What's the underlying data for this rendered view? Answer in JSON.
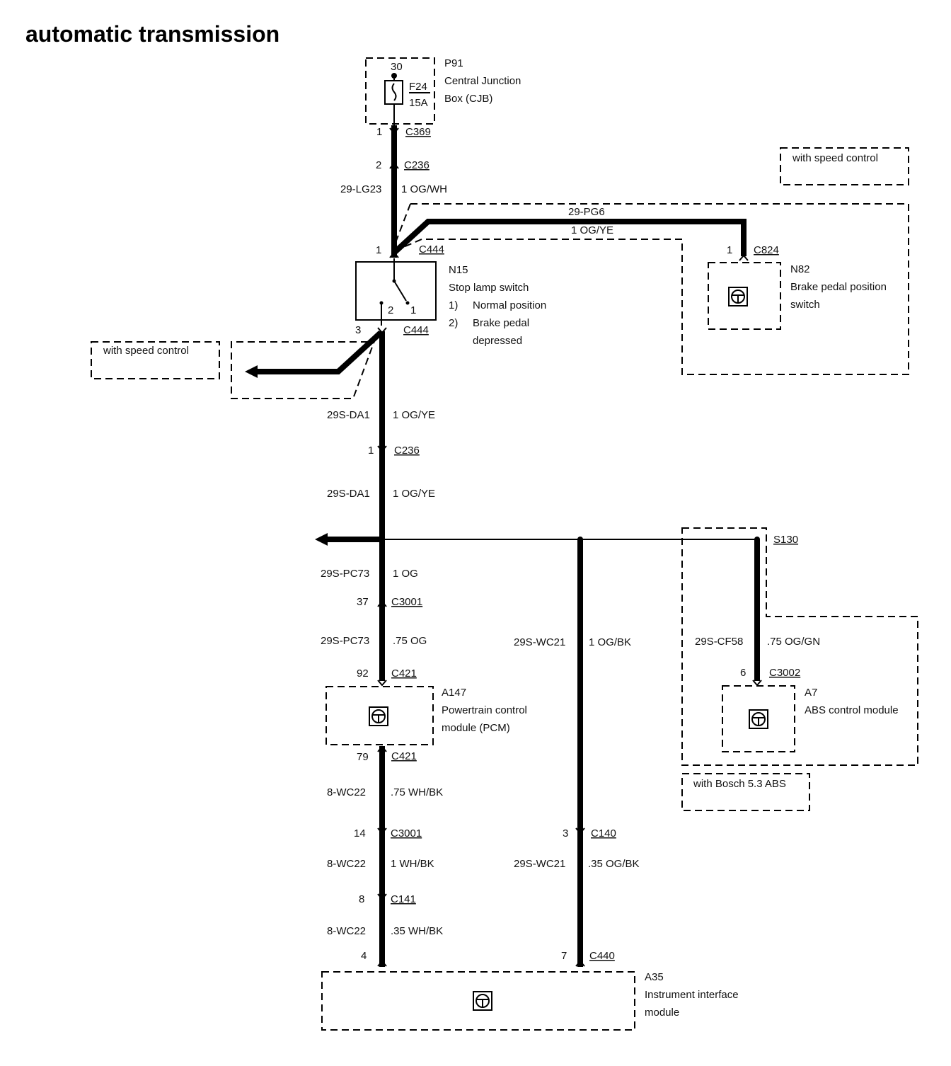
{
  "title": "automatic transmission",
  "p91": {
    "pin": "30",
    "id": "P91",
    "line1": "Central Junction",
    "line2": "Box (CJB)",
    "fuse": "F24",
    "amps": "15A"
  },
  "c369": {
    "pin": "1",
    "name": "C369"
  },
  "c236a": {
    "pin": "2",
    "name": "C236"
  },
  "w1": {
    "circuit": "29-LG23",
    "spec": "1 OG/WH"
  },
  "w2": {
    "circuit": "29-PG6",
    "spec": "1 OG/YE"
  },
  "speed_ctrl_1": "with speed control",
  "speed_ctrl_2": "with speed control",
  "c444_top": {
    "pin": "1",
    "name": "C444"
  },
  "c824": {
    "pin": "1",
    "name": "C824"
  },
  "n82": {
    "id": "N82",
    "line1": "Brake pedal position",
    "line2": "switch"
  },
  "n15": {
    "id": "N15",
    "line1": "Stop lamp switch",
    "n1": "1)",
    "pos1": "Normal position",
    "n2": "2)",
    "pos2a": "Brake pedal",
    "pos2b": "depressed",
    "contact2": "2",
    "contact1": "1"
  },
  "c444_bot": {
    "pin": "3",
    "name": "C444"
  },
  "w3": {
    "circuit": "29S-DA1",
    "spec": "1 OG/YE"
  },
  "c236b": {
    "pin": "1",
    "name": "C236"
  },
  "w4": {
    "circuit": "29S-DA1",
    "spec": "1 OG/YE"
  },
  "s130": "S130",
  "w5": {
    "circuit": "29S-PC73",
    "spec": "1 OG"
  },
  "c3001a": {
    "pin": "37",
    "name": "C3001"
  },
  "w6": {
    "circuit": "29S-PC73",
    "spec": ".75 OG"
  },
  "w7": {
    "circuit": "29S-WC21",
    "spec": "1 OG/BK"
  },
  "w8": {
    "circuit": "29S-CF58",
    "spec": ".75 OG/GN"
  },
  "c421a": {
    "pin": "92",
    "name": "C421"
  },
  "c3002": {
    "pin": "6",
    "name": "C3002"
  },
  "a147": {
    "id": "A147",
    "line1": "Powertrain control",
    "line2": "module (PCM)"
  },
  "a7": {
    "id": "A7",
    "line1": "ABS control module"
  },
  "c421b": {
    "pin": "79",
    "name": "C421"
  },
  "bosch": "with Bosch 5.3 ABS",
  "w9": {
    "circuit": "8-WC22",
    "spec": ".75 WH/BK"
  },
  "c3001b": {
    "pin": "14",
    "name": "C3001"
  },
  "c140": {
    "pin": "3",
    "name": "C140"
  },
  "w10": {
    "circuit": "8-WC22",
    "spec": "1 WH/BK"
  },
  "w11": {
    "circuit": "29S-WC21",
    "spec": ".35 OG/BK"
  },
  "c141": {
    "pin": "8",
    "name": "C141"
  },
  "w12": {
    "circuit": "8-WC22",
    "spec": ".35 WH/BK"
  },
  "c440_left": {
    "pin": "4"
  },
  "c440": {
    "pin": "7",
    "name": "C440"
  },
  "a35": {
    "id": "A35",
    "line1": "Instrument interface",
    "line2": "module"
  }
}
